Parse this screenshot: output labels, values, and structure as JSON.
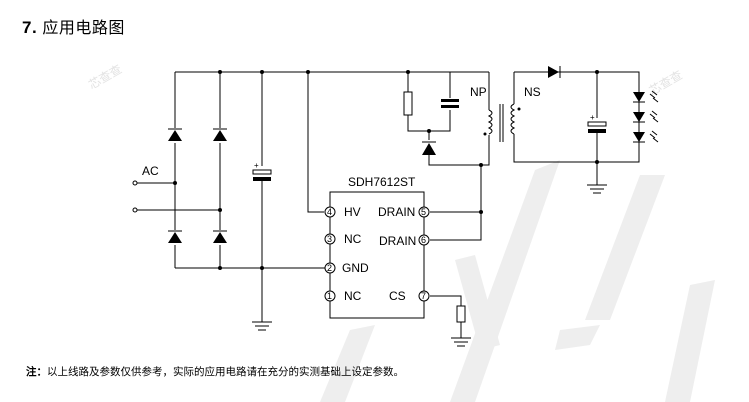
{
  "section": {
    "number": "7.",
    "title": "应用电路图"
  },
  "watermarks": {
    "small": "芯查查"
  },
  "circuit": {
    "ic_name": "SDH7612ST",
    "ac_label": "AC",
    "primary_label": "NP",
    "secondary_label": "NS",
    "capacitor_polarity": "+",
    "pins": [
      {
        "num": "4",
        "name": "HV"
      },
      {
        "num": "3",
        "name": "NC"
      },
      {
        "num": "2",
        "name": "GND"
      },
      {
        "num": "1",
        "name": "NC"
      },
      {
        "num": "5",
        "name": "DRAIN"
      },
      {
        "num": "6",
        "name": "DRAIN"
      },
      {
        "num": "7",
        "name": "CS"
      }
    ]
  },
  "note": {
    "prefix": "注：",
    "text": "以上线路及参数仅供参考，实际的应用电路请在充分的实测基础上设定参数。"
  }
}
